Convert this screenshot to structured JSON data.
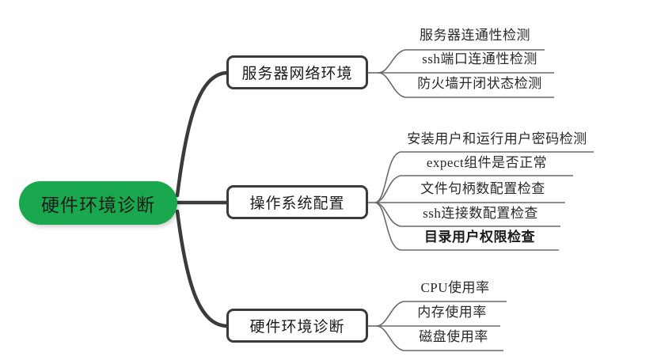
{
  "diagram": {
    "type": "mindmap",
    "background": "#ffffff",
    "root": {
      "label": "硬件环境诊断",
      "color": "#1aa84f",
      "text_color": "#1b1b1b"
    },
    "branches": [
      {
        "label": "服务器网络环境",
        "leaves": [
          {
            "label": "服务器连通性检测"
          },
          {
            "label": "ssh端口连通性检测"
          },
          {
            "label": "防火墙开闭状态检测"
          }
        ]
      },
      {
        "label": "操作系统配置",
        "leaves": [
          {
            "label": "安装用户和运行用户密码检测"
          },
          {
            "label": "expect组件是否正常"
          },
          {
            "label": "文件句柄数配置检查"
          },
          {
            "label": "ssh连接数配置检查"
          },
          {
            "label": "目录用户权限检查",
            "emphasis": true
          }
        ]
      },
      {
        "label": "硬件环境诊断",
        "leaves": [
          {
            "label": "CPU使用率"
          },
          {
            "label": "内存使用率"
          },
          {
            "label": "磁盘使用率"
          }
        ]
      }
    ]
  }
}
